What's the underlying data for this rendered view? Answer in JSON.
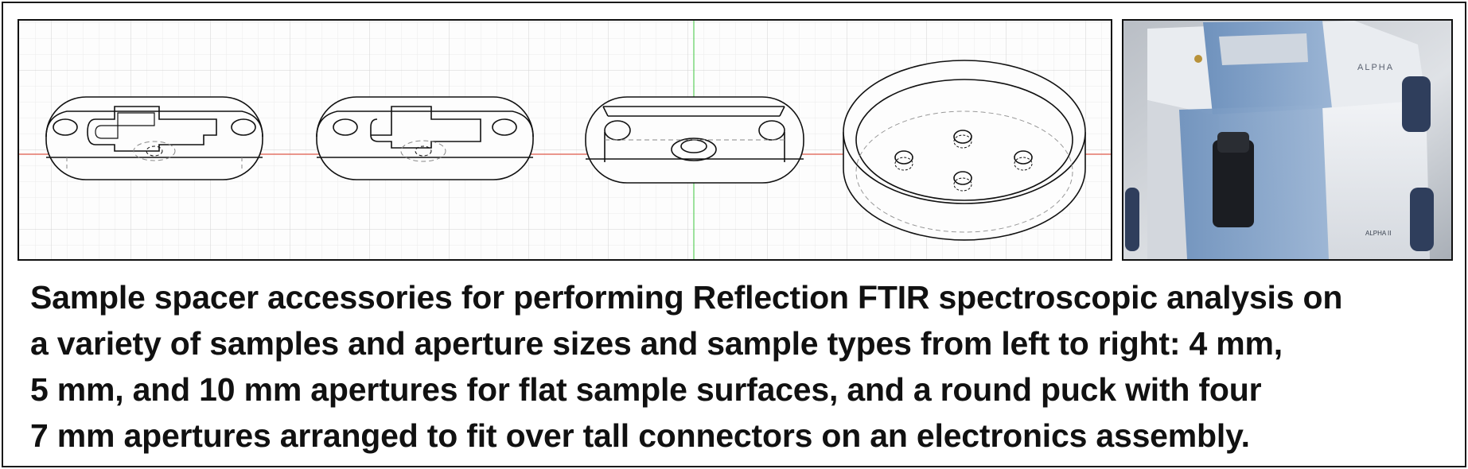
{
  "figure": {
    "caption_lines": [
      "Sample spacer accessories for performing Reflection FTIR spectroscopic analysis on",
      "a variety of samples and aperture sizes and sample types from left to right: 4 mm,",
      "5 mm, and 10 mm apertures for flat sample surfaces, and a round puck with four",
      "7 mm apertures arranged to fit over tall connectors on an electronics assembly."
    ],
    "instrument_label": "ALPHA",
    "instrument_badge": "ALPHA II"
  },
  "colors": {
    "axis_x": "#e05a4a",
    "axis_y": "#5ccf5c",
    "grid": "#dcdcdc",
    "line": "#111111",
    "instrument_body": "#e6e9ee",
    "instrument_accent": "#7e9fc6"
  },
  "icons": [
    "spacer-4mm-drawing",
    "spacer-5mm-drawing",
    "spacer-10mm-drawing",
    "round-puck-drawing",
    "ftir-instrument-photo"
  ]
}
